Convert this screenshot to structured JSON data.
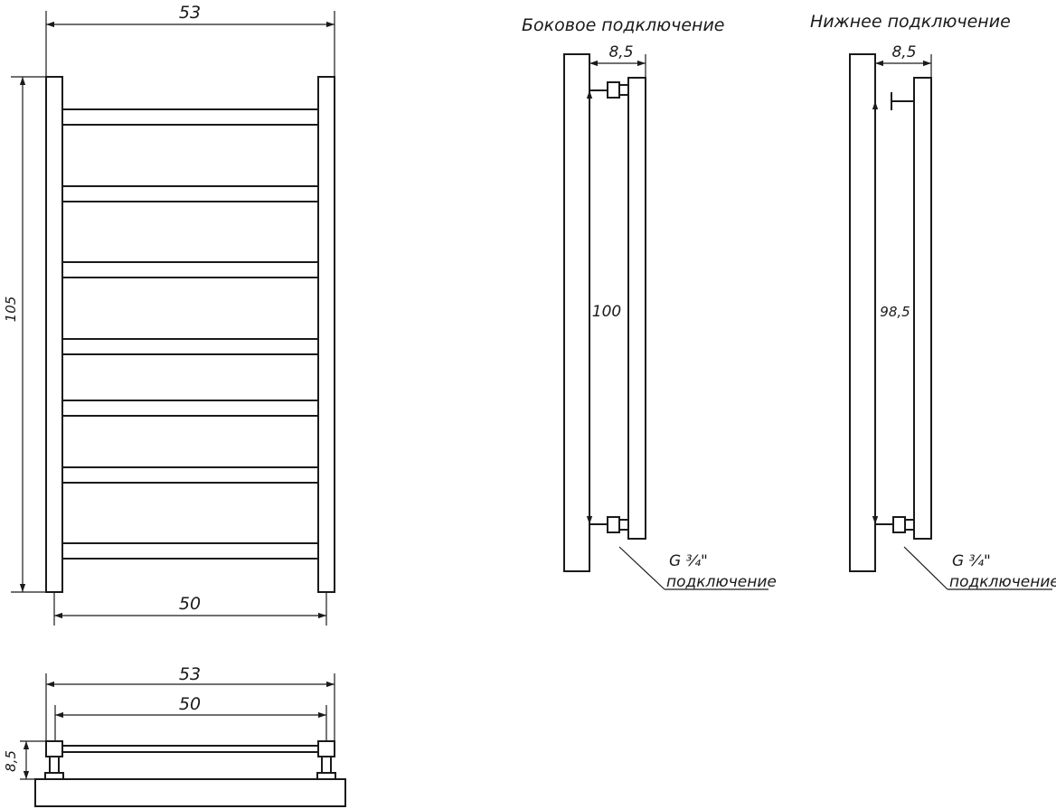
{
  "front_view": {
    "width_label": "53",
    "height_label": "105",
    "inner_width_label": "50"
  },
  "top_view": {
    "width_label": "53",
    "inner_width_label": "50",
    "depth_label": "8,5"
  },
  "side_connection": {
    "title": "Боковое подключение",
    "offset_label": "8,5",
    "center_distance_label": "100",
    "thread_label": "G ¾\"",
    "connection_label": "подключение"
  },
  "bottom_connection": {
    "title": "Нижнее подключение",
    "offset_label": "8,5",
    "center_distance_label": "98,5",
    "thread_label": "G ¾\"",
    "connection_label": "подключение"
  }
}
